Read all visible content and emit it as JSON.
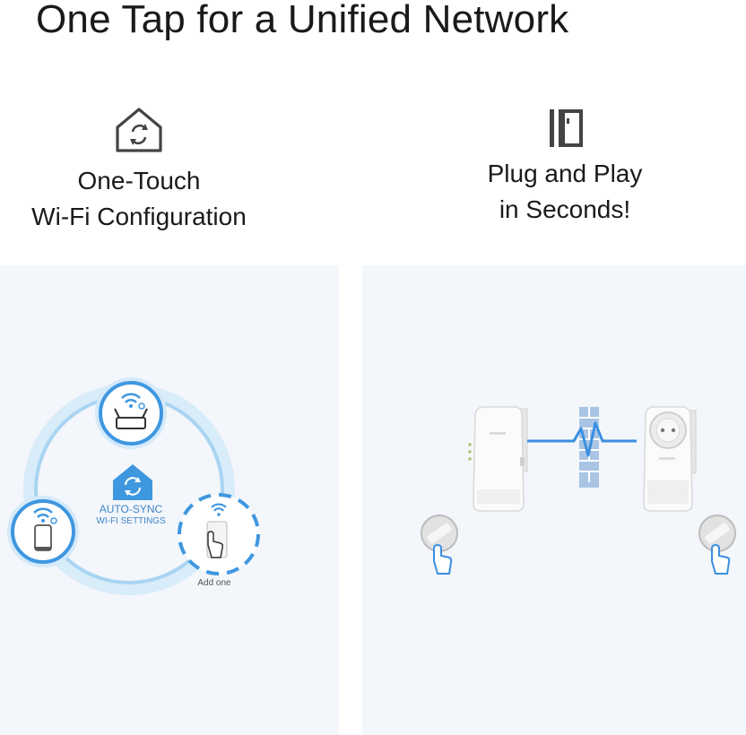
{
  "header": {
    "title": "One Tap for a Unified Network"
  },
  "features": [
    {
      "icon": "home-sync-icon",
      "lines": [
        "One-Touch",
        "Wi-Fi Configuration"
      ]
    },
    {
      "icon": "plug-icon",
      "lines": [
        "Plug and Play",
        "in Seconds!"
      ]
    }
  ],
  "sync_diagram": {
    "label_main": "AUTO-SYNC",
    "label_sub": "WI-FI SETTINGS",
    "add_label": "Add one"
  },
  "colors": {
    "accent": "#3f97e0",
    "panel_bg": "#f3f6fa",
    "ring": "#a9d4f2"
  }
}
